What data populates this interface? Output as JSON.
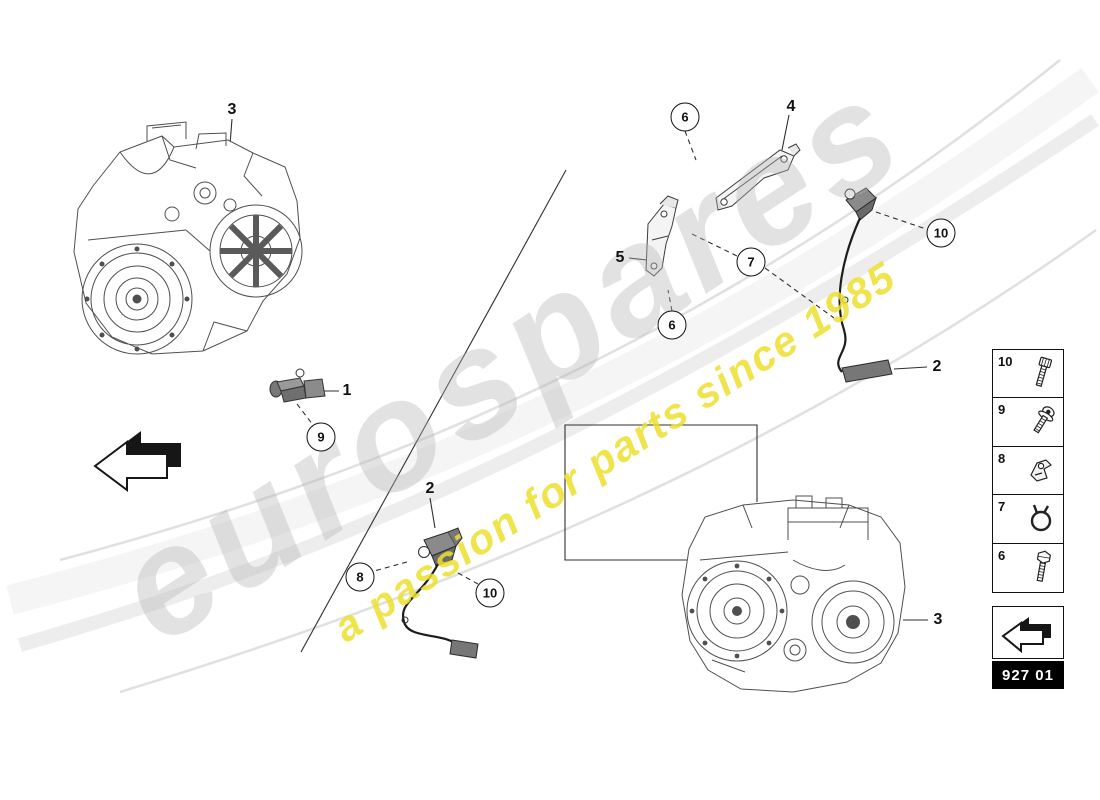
{
  "watermark": {
    "brand": "eurospares",
    "tagline": "a passion for parts since 1985",
    "brand_color": "#b2b2b2",
    "tagline_color": "#ecdf2d"
  },
  "diagram": {
    "code": "927 01",
    "callouts": [
      {
        "id": "gearbox-top",
        "label": "3",
        "circled": false
      },
      {
        "id": "speed-sender-front",
        "label": "1",
        "circled": false
      },
      {
        "id": "fastener-9",
        "label": "9",
        "circled": true
      },
      {
        "id": "fastener-6-top",
        "label": "6",
        "circled": true
      },
      {
        "id": "bracket-4",
        "label": "4",
        "circled": false
      },
      {
        "id": "bracket-5",
        "label": "5",
        "circled": false
      },
      {
        "id": "fastener-7",
        "label": "7",
        "circled": true
      },
      {
        "id": "fastener-6-bottom",
        "label": "6",
        "circled": true
      },
      {
        "id": "fastener-10-right",
        "label": "10",
        "circled": true
      },
      {
        "id": "speed-sender-right",
        "label": "2",
        "circled": false
      },
      {
        "id": "speed-sender-middle",
        "label": "2",
        "circled": false
      },
      {
        "id": "fastener-8",
        "label": "8",
        "circled": true
      },
      {
        "id": "fastener-10-middle",
        "label": "10",
        "circled": true
      },
      {
        "id": "gearbox-bottom",
        "label": "3",
        "circled": false
      }
    ],
    "legend": [
      {
        "num": "10",
        "icon": "socket-head-bolt-icon"
      },
      {
        "num": "9",
        "icon": "flange-screw-icon"
      },
      {
        "num": "8",
        "icon": "retaining-clip-icon"
      },
      {
        "num": "7",
        "icon": "hose-clamp-icon"
      },
      {
        "num": "6",
        "icon": "hex-bolt-icon"
      }
    ]
  }
}
